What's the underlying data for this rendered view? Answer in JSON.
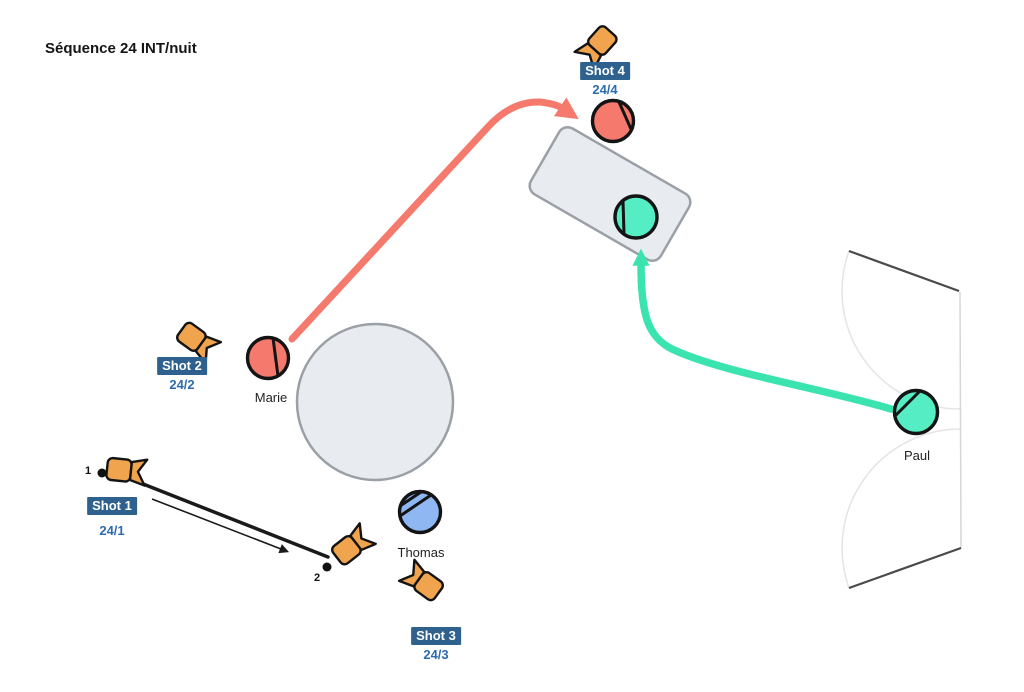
{
  "scene": {
    "title": "Séquence 24 INT/nuit"
  },
  "shots": [
    {
      "label": "Shot 1",
      "code": "24/1",
      "markers": {
        "start": "1",
        "end": "2"
      }
    },
    {
      "label": "Shot 2",
      "code": "24/2"
    },
    {
      "label": "Shot 3",
      "code": "24/3"
    },
    {
      "label": "Shot 4",
      "code": "24/4"
    }
  ],
  "characters": [
    {
      "name": "Marie",
      "color": "#F5796C"
    },
    {
      "name": "Thomas",
      "color": "#8FB7F2"
    },
    {
      "name": "Paul",
      "color": "#55EEC4"
    }
  ],
  "movement_arrows": [
    {
      "character": "Marie",
      "color": "#F5796C"
    },
    {
      "character": "Paul",
      "color": "#3BE4AF"
    }
  ],
  "palette": {
    "camera_orange": "#F0A44E",
    "shot_label_bg": "#2F618F",
    "shot_code_text": "#2D6CAE",
    "furniture_fill": "#E8EBEF",
    "furniture_stroke": "#9AA0A6",
    "salmon": "#F5796C",
    "mint": "#3BE4AF"
  }
}
